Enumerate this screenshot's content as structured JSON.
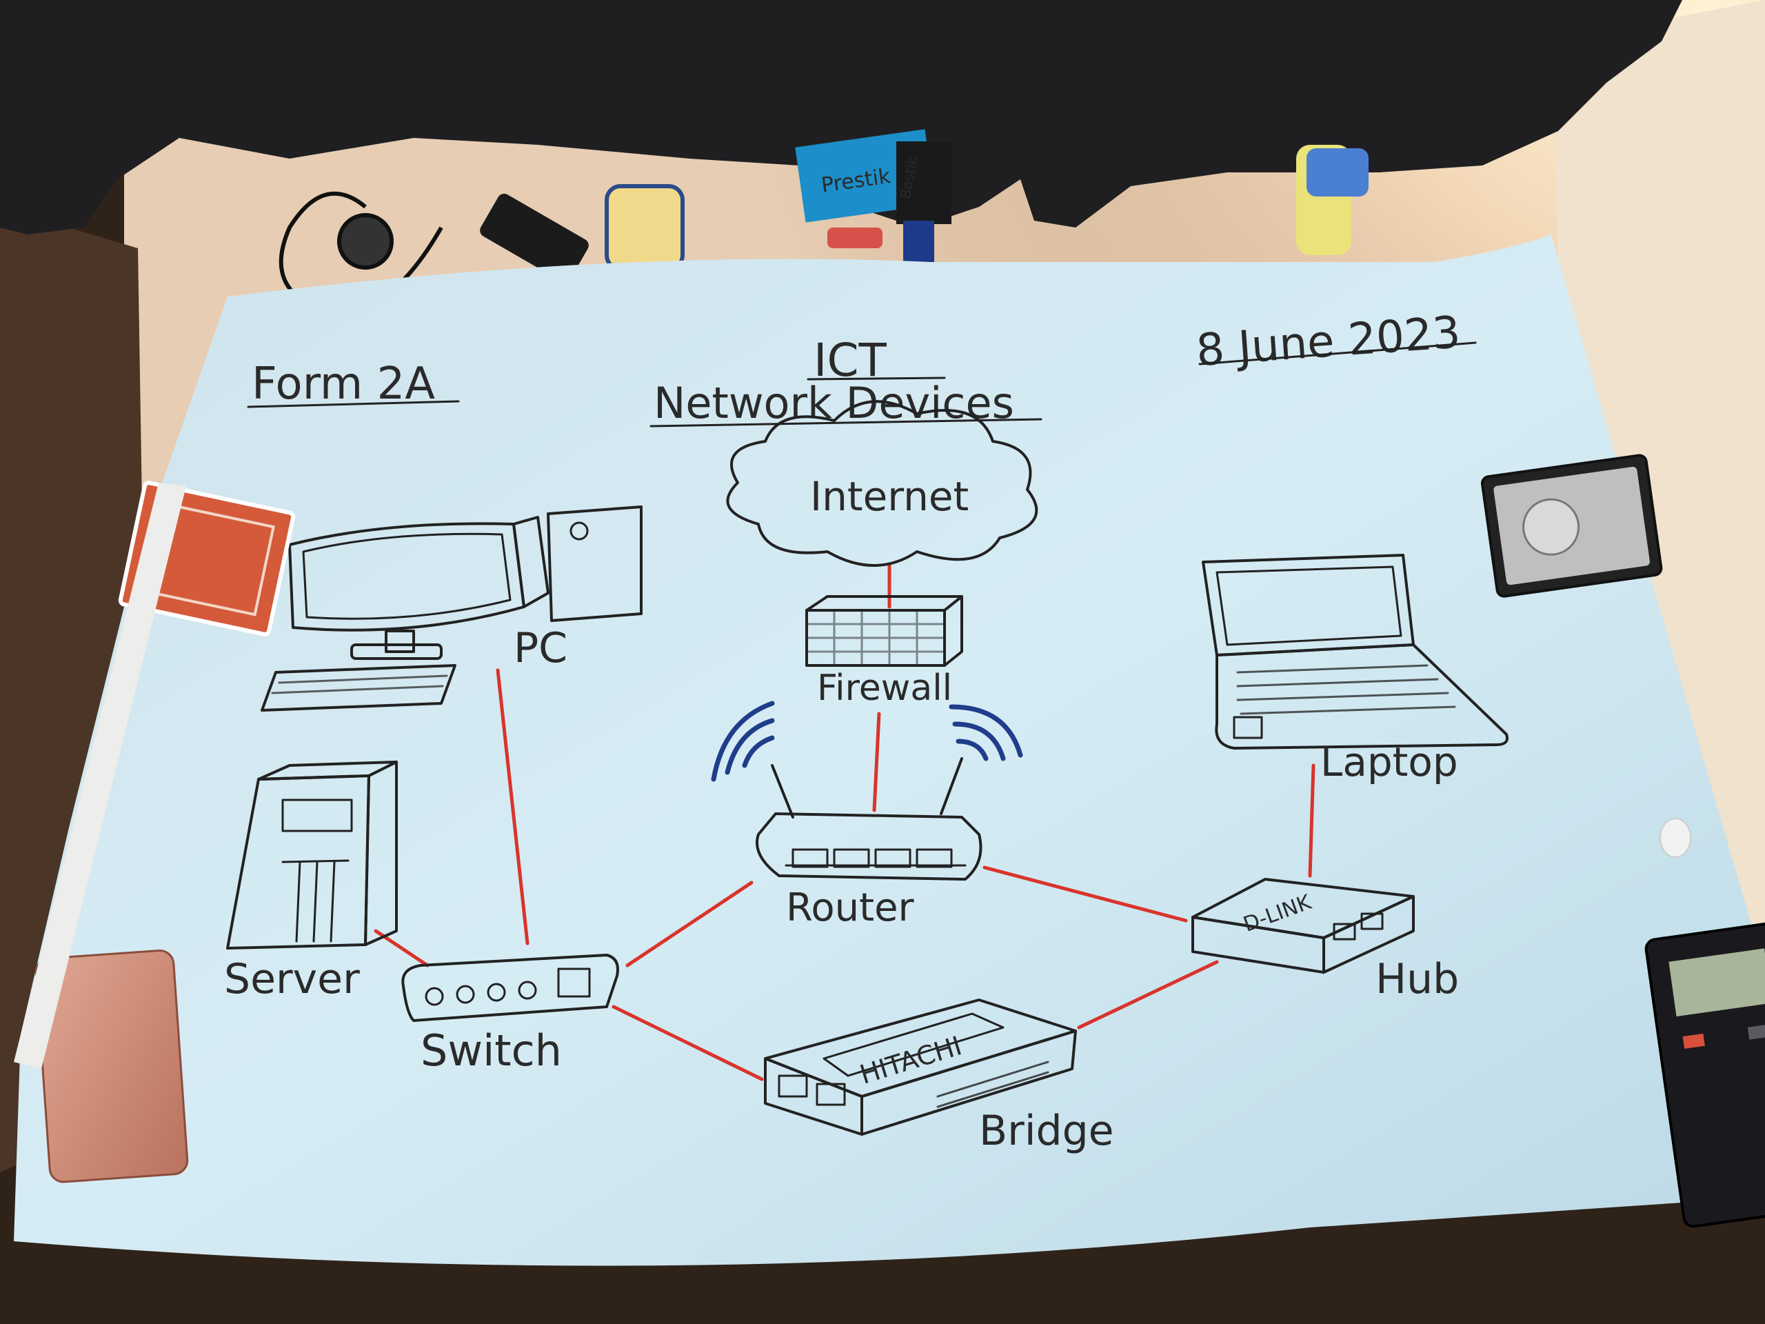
{
  "poster": {
    "class_label": "Form 2A",
    "subject": "ICT",
    "topic": "Network Devices",
    "date": "8 June 2023"
  },
  "devices": {
    "internet": "Internet",
    "firewall": "Firewall",
    "router": "Router",
    "pc": "PC",
    "server": "Server",
    "switch": "Switch",
    "bridge": "Bridge",
    "hub": "Hub",
    "laptop": "Laptop"
  },
  "device_brands": {
    "hub": "D-LINK",
    "bridge": "HITACHI"
  },
  "desk_items": {
    "glue_brand": "Bostik",
    "glue_product": "Prestik"
  },
  "colors": {
    "paper": "#cfe6f0",
    "connection": "#d9342b",
    "wifi": "#1f3d8a",
    "ink": "#222222"
  }
}
